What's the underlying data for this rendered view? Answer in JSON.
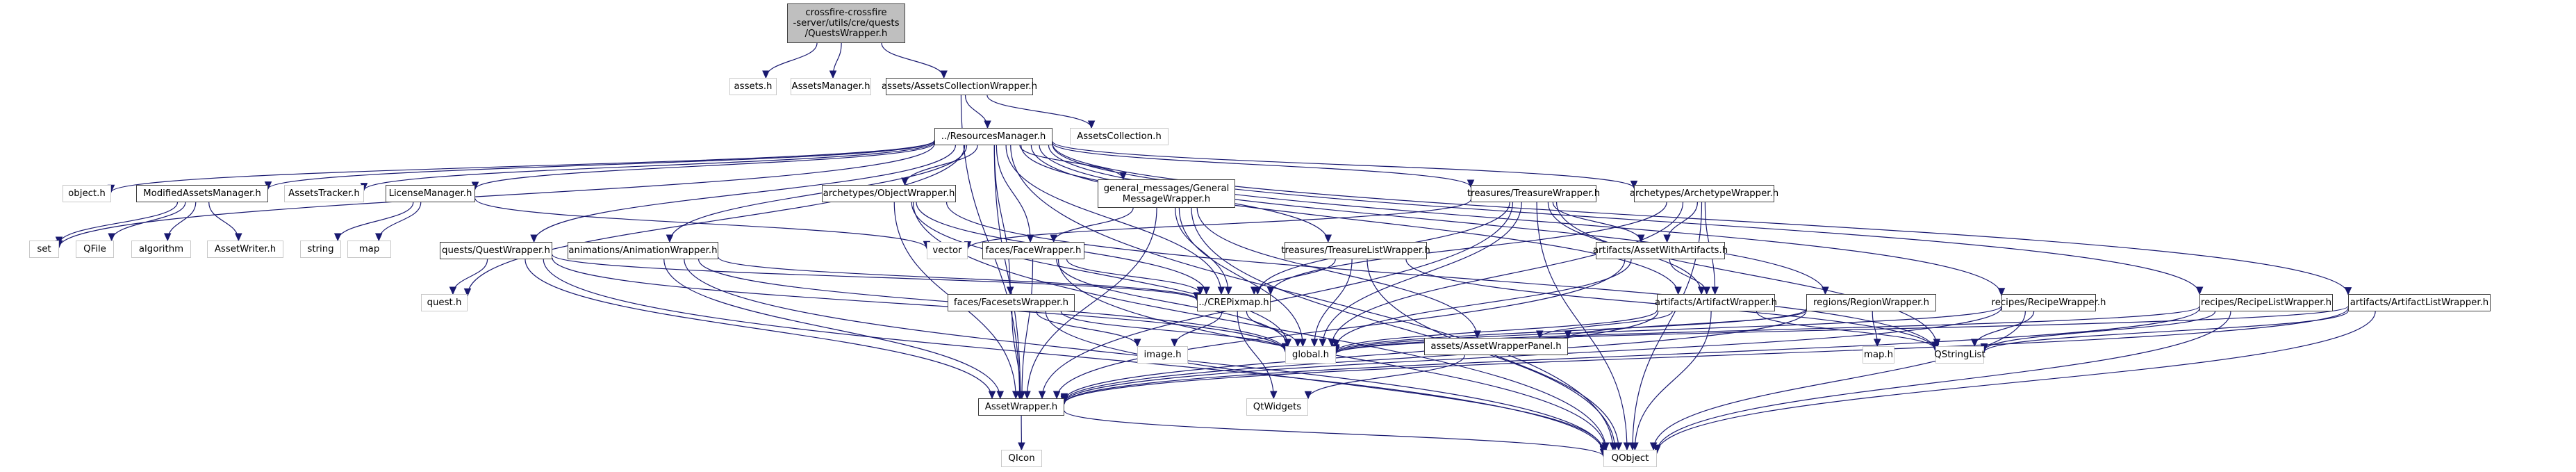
{
  "diagram": {
    "title": "Include dependency graph for QuestsWrapper.h",
    "colors": {
      "edge": "#191970",
      "root_fill": "#bfbfbf",
      "doc_border": "#404040",
      "ext_border": "#c8c8c8"
    },
    "nodes": [
      {
        "id": "root",
        "label": "crossfire-crossfire\n-server/utils/cre/quests\n/QuestsWrapper.h",
        "kind": "root"
      },
      {
        "id": "assets_h",
        "label": "assets.h",
        "kind": "ext"
      },
      {
        "id": "assetsmanager_h",
        "label": "AssetsManager.h",
        "kind": "ext"
      },
      {
        "id": "assetscollectionwrapper_h",
        "label": "assets/AssetsCollectionWrapper.h",
        "kind": "doc"
      },
      {
        "id": "resourcesmanager_h",
        "label": "../ResourcesManager.h",
        "kind": "doc"
      },
      {
        "id": "assetscollection_h",
        "label": "AssetsCollection.h",
        "kind": "ext"
      },
      {
        "id": "object_h",
        "label": "object.h",
        "kind": "ext"
      },
      {
        "id": "modifiedassetsmanager_h",
        "label": "ModifiedAssetsManager.h",
        "kind": "doc"
      },
      {
        "id": "assetstracker_h",
        "label": "AssetsTracker.h",
        "kind": "ext"
      },
      {
        "id": "licensemanager_h",
        "label": "LicenseManager.h",
        "kind": "doc"
      },
      {
        "id": "set",
        "label": "set",
        "kind": "ext"
      },
      {
        "id": "qfile",
        "label": "QFile",
        "kind": "ext"
      },
      {
        "id": "algorithm",
        "label": "algorithm",
        "kind": "ext"
      },
      {
        "id": "assetwriter_h",
        "label": "AssetWriter.h",
        "kind": "ext"
      },
      {
        "id": "string",
        "label": "string",
        "kind": "ext"
      },
      {
        "id": "map",
        "label": "map",
        "kind": "ext"
      },
      {
        "id": "questwrapper_h",
        "label": "quests/QuestWrapper.h",
        "kind": "doc"
      },
      {
        "id": "animationwrapper_h",
        "label": "animations/AnimationWrapper.h",
        "kind": "doc"
      },
      {
        "id": "quest_h",
        "label": "quest.h",
        "kind": "ext"
      },
      {
        "id": "objectwrapper_h",
        "label": "archetypes/ObjectWrapper.h",
        "kind": "doc"
      },
      {
        "id": "generalmessagewrapper_h",
        "label": "general_messages/General\nMessageWrapper.h",
        "kind": "doc"
      },
      {
        "id": "vector",
        "label": "vector",
        "kind": "ext"
      },
      {
        "id": "facewrapper_h",
        "label": "faces/FaceWrapper.h",
        "kind": "doc"
      },
      {
        "id": "facesetswrapper_h",
        "label": "faces/FacesetsWrapper.h",
        "kind": "doc"
      },
      {
        "id": "treasurelistwrapper_h",
        "label": "treasures/TreasureListWrapper.h",
        "kind": "doc"
      },
      {
        "id": "crepixmap_h",
        "label": "../CREPixmap.h",
        "kind": "doc"
      },
      {
        "id": "treasurewrapper_h",
        "label": "treasures/TreasureWrapper.h",
        "kind": "doc"
      },
      {
        "id": "archetypewrapper_h",
        "label": "archetypes/ArchetypeWrapper.h",
        "kind": "doc"
      },
      {
        "id": "assetwithartifacts_h",
        "label": "artifacts/AssetWithArtifacts.h",
        "kind": "doc"
      },
      {
        "id": "artifactwrapper_h",
        "label": "artifacts/ArtifactWrapper.h",
        "kind": "doc"
      },
      {
        "id": "regionwrapper_h",
        "label": "regions/RegionWrapper.h",
        "kind": "doc"
      },
      {
        "id": "recipewrapper_h",
        "label": "recipes/RecipeWrapper.h",
        "kind": "doc"
      },
      {
        "id": "recipelistwrapper_h",
        "label": "recipes/RecipeListWrapper.h",
        "kind": "doc"
      },
      {
        "id": "artifactlistwrapper_h",
        "label": "artifacts/ArtifactListWrapper.h",
        "kind": "doc"
      },
      {
        "id": "image_h",
        "label": "image.h",
        "kind": "ext"
      },
      {
        "id": "global_h",
        "label": "global.h",
        "kind": "ext"
      },
      {
        "id": "assetwrapperpanel_h",
        "label": "assets/AssetWrapperPanel.h",
        "kind": "doc"
      },
      {
        "id": "map_h",
        "label": "map.h",
        "kind": "ext"
      },
      {
        "id": "qstringlist",
        "label": "QStringList",
        "kind": "ext"
      },
      {
        "id": "assetwrapper_h",
        "label": "AssetWrapper.h",
        "kind": "doc"
      },
      {
        "id": "qtwidgets",
        "label": "QtWidgets",
        "kind": "ext"
      },
      {
        "id": "qicon",
        "label": "QIcon",
        "kind": "ext"
      },
      {
        "id": "qobject",
        "label": "QObject",
        "kind": "ext"
      }
    ],
    "edges": [
      [
        "root",
        "assets_h"
      ],
      [
        "root",
        "assetsmanager_h"
      ],
      [
        "root",
        "assetscollectionwrapper_h"
      ],
      [
        "assetscollectionwrapper_h",
        "resourcesmanager_h"
      ],
      [
        "assetscollectionwrapper_h",
        "assetscollection_h"
      ],
      [
        "assetscollectionwrapper_h",
        "assetwrapper_h"
      ],
      [
        "resourcesmanager_h",
        "set"
      ],
      [
        "resourcesmanager_h",
        "object_h"
      ],
      [
        "resourcesmanager_h",
        "modifiedassetsmanager_h"
      ],
      [
        "resourcesmanager_h",
        "assetstracker_h"
      ],
      [
        "resourcesmanager_h",
        "licensemanager_h"
      ],
      [
        "resourcesmanager_h",
        "quest_h"
      ],
      [
        "resourcesmanager_h",
        "questwrapper_h"
      ],
      [
        "resourcesmanager_h",
        "animationwrapper_h"
      ],
      [
        "resourcesmanager_h",
        "objectwrapper_h"
      ],
      [
        "resourcesmanager_h",
        "generalmessagewrapper_h"
      ],
      [
        "resourcesmanager_h",
        "facewrapper_h"
      ],
      [
        "resourcesmanager_h",
        "facesetswrapper_h"
      ],
      [
        "resourcesmanager_h",
        "treasurelistwrapper_h"
      ],
      [
        "resourcesmanager_h",
        "treasurewrapper_h"
      ],
      [
        "resourcesmanager_h",
        "archetypewrapper_h"
      ],
      [
        "resourcesmanager_h",
        "artifactwrapper_h"
      ],
      [
        "resourcesmanager_h",
        "regionwrapper_h"
      ],
      [
        "resourcesmanager_h",
        "recipewrapper_h"
      ],
      [
        "resourcesmanager_h",
        "recipelistwrapper_h"
      ],
      [
        "resourcesmanager_h",
        "artifactlistwrapper_h"
      ],
      [
        "resourcesmanager_h",
        "crepixmap_h"
      ],
      [
        "resourcesmanager_h",
        "assetwrapper_h"
      ],
      [
        "resourcesmanager_h",
        "qobject"
      ],
      [
        "modifiedassetsmanager_h",
        "set"
      ],
      [
        "modifiedassetsmanager_h",
        "qfile"
      ],
      [
        "modifiedassetsmanager_h",
        "algorithm"
      ],
      [
        "modifiedassetsmanager_h",
        "assetwriter_h"
      ],
      [
        "licensemanager_h",
        "string"
      ],
      [
        "licensemanager_h",
        "map"
      ],
      [
        "licensemanager_h",
        "vector"
      ],
      [
        "questwrapper_h",
        "quest_h"
      ],
      [
        "questwrapper_h",
        "assetwrapper_h"
      ],
      [
        "questwrapper_h",
        "qobject"
      ],
      [
        "questwrapper_h",
        "global_h"
      ],
      [
        "questwrapper_h",
        "crepixmap_h"
      ],
      [
        "animationwrapper_h",
        "assetwrapper_h"
      ],
      [
        "animationwrapper_h",
        "qobject"
      ],
      [
        "animationwrapper_h",
        "crepixmap_h"
      ],
      [
        "animationwrapper_h",
        "global_h"
      ],
      [
        "objectwrapper_h",
        "assetwrapper_h"
      ],
      [
        "objectwrapper_h",
        "qobject"
      ],
      [
        "objectwrapper_h",
        "crepixmap_h"
      ],
      [
        "objectwrapper_h",
        "global_h"
      ],
      [
        "objectwrapper_h",
        "qstringlist"
      ],
      [
        "generalmessagewrapper_h",
        "facewrapper_h"
      ],
      [
        "generalmessagewrapper_h",
        "crepixmap_h"
      ],
      [
        "generalmessagewrapper_h",
        "assetwrapper_h"
      ],
      [
        "generalmessagewrapper_h",
        "global_h"
      ],
      [
        "generalmessagewrapper_h",
        "assetwrapperpanel_h"
      ],
      [
        "generalmessagewrapper_h",
        "qobject"
      ],
      [
        "facewrapper_h",
        "crepixmap_h"
      ],
      [
        "facewrapper_h",
        "assetwrapper_h"
      ],
      [
        "facewrapper_h",
        "global_h"
      ],
      [
        "facewrapper_h",
        "qobject"
      ],
      [
        "facesetswrapper_h",
        "assetwrapper_h"
      ],
      [
        "facesetswrapper_h",
        "image_h"
      ],
      [
        "facesetswrapper_h",
        "global_h"
      ],
      [
        "facesetswrapper_h",
        "qobject"
      ],
      [
        "treasurelistwrapper_h",
        "crepixmap_h"
      ],
      [
        "treasurelistwrapper_h",
        "global_h"
      ],
      [
        "treasurelistwrapper_h",
        "qobject"
      ],
      [
        "treasurelistwrapper_h",
        "qstringlist"
      ],
      [
        "treasurewrapper_h",
        "vector"
      ],
      [
        "treasurewrapper_h",
        "crepixmap_h"
      ],
      [
        "treasurewrapper_h",
        "assetwithartifacts_h"
      ],
      [
        "treasurewrapper_h",
        "global_h"
      ],
      [
        "treasurewrapper_h",
        "qobject"
      ],
      [
        "treasurewrapper_h",
        "artifactwrapper_h"
      ],
      [
        "treasurewrapper_h",
        "qstringlist"
      ],
      [
        "treasurewrapper_h",
        "assetwrapper_h"
      ],
      [
        "archetypewrapper_h",
        "assetwithartifacts_h"
      ],
      [
        "archetypewrapper_h",
        "artifactwrapper_h"
      ],
      [
        "archetypewrapper_h",
        "crepixmap_h"
      ],
      [
        "archetypewrapper_h",
        "qobject"
      ],
      [
        "archetypewrapper_h",
        "global_h"
      ],
      [
        "assetwithartifacts_h",
        "artifactwrapper_h"
      ],
      [
        "assetwithartifacts_h",
        "assetwrapper_h"
      ],
      [
        "assetwithartifacts_h",
        "global_h"
      ],
      [
        "artifactwrapper_h",
        "assetwrapper_h"
      ],
      [
        "artifactwrapper_h",
        "qobject"
      ],
      [
        "artifactwrapper_h",
        "qstringlist"
      ],
      [
        "artifactwrapper_h",
        "global_h"
      ],
      [
        "artifactwrapper_h",
        "assetwrapperpanel_h"
      ],
      [
        "regionwrapper_h",
        "map_h"
      ],
      [
        "regionwrapper_h",
        "assetwrapper_h"
      ],
      [
        "regionwrapper_h",
        "global_h"
      ],
      [
        "regionwrapper_h",
        "assetwrapperpanel_h"
      ],
      [
        "recipewrapper_h",
        "qstringlist"
      ],
      [
        "recipewrapper_h",
        "qobject"
      ],
      [
        "recipewrapper_h",
        "assetwrapper_h"
      ],
      [
        "recipewrapper_h",
        "global_h"
      ],
      [
        "recipelistwrapper_h",
        "qstringlist"
      ],
      [
        "recipelistwrapper_h",
        "qobject"
      ],
      [
        "recipelistwrapper_h",
        "assetwrapper_h"
      ],
      [
        "recipelistwrapper_h",
        "global_h"
      ],
      [
        "artifactlistwrapper_h",
        "qstringlist"
      ],
      [
        "artifactlistwrapper_h",
        "qobject"
      ],
      [
        "artifactlistwrapper_h",
        "assetwrapper_h"
      ],
      [
        "artifactlistwrapper_h",
        "global_h"
      ],
      [
        "crepixmap_h",
        "image_h"
      ],
      [
        "crepixmap_h",
        "global_h"
      ],
      [
        "crepixmap_h",
        "qtwidgets"
      ],
      [
        "assetwrapperpanel_h",
        "qtwidgets"
      ],
      [
        "assetwrapper_h",
        "qicon"
      ],
      [
        "assetwrapper_h",
        "qobject"
      ]
    ]
  }
}
